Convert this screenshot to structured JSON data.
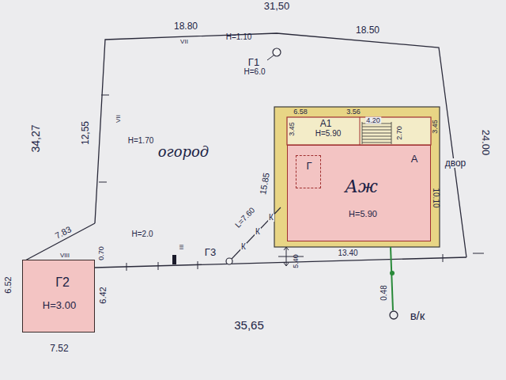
{
  "diagram": {
    "nodes": [
      {
        "text": [
          "А1",
          "Н=5.90"
        ]
      },
      {
        "text": [
          "А",
          "Аж",
          "Н=5.90"
        ]
      },
      {
        "text": [
          "Г"
        ],
        "in": 1
      },
      {
        "text": [
          "Г2",
          "Н=3.00"
        ]
      }
    ],
    "labels": [
      "31,50",
      "18.80",
      "VII",
      "Н=1.10",
      "18.50",
      "Г1",
      "Н=6.0",
      "34,27",
      "12,55",
      "VII",
      "Н=1.70",
      "огород",
      "двор",
      "24.00",
      "6.58",
      "3.56",
      "4.20",
      "3.45",
      "2.70",
      "3.45",
      "15.85",
      "10.10",
      "13.40",
      "Г3",
      "L=7.60",
      "К",
      "К",
      "К",
      "7.83",
      "VIII",
      "0.70",
      "Н=2.0",
      "III",
      "5.40",
      "13.40",
      "0.48",
      "35,65",
      "в/к",
      "6.52",
      "6.42",
      "7.52"
    ]
  }
}
